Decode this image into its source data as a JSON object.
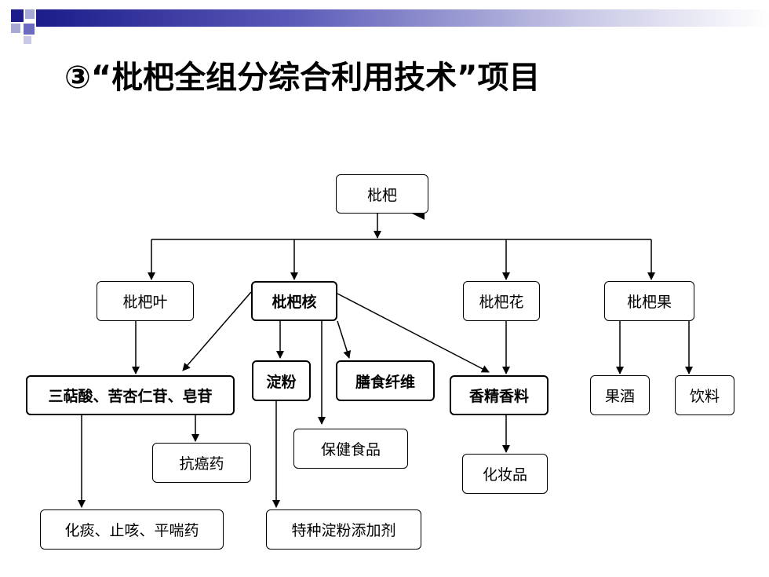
{
  "slide": {
    "title": "③“枇杷全组分综合利用技术”项目"
  },
  "diagram": {
    "root": "枇杷",
    "leaf_node": "枇杷叶",
    "core_node": "枇杷核",
    "flower_node": "枇杷花",
    "fruit_node": "枇杷果",
    "triterpenes": "三萜酸、苦杏仁苷、皂苷",
    "starch": "淀粉",
    "fiber": "膳食纤维",
    "fragrance": "香精香料",
    "fruit_wine": "果酒",
    "beverage": "饮料",
    "anticancer": "抗癌药",
    "health_food": "保健食品",
    "cosmetics": "化妆品",
    "cough_medicine": "化痰、止咳、平喘药",
    "starch_additive": "特种淀粉添加剂"
  }
}
